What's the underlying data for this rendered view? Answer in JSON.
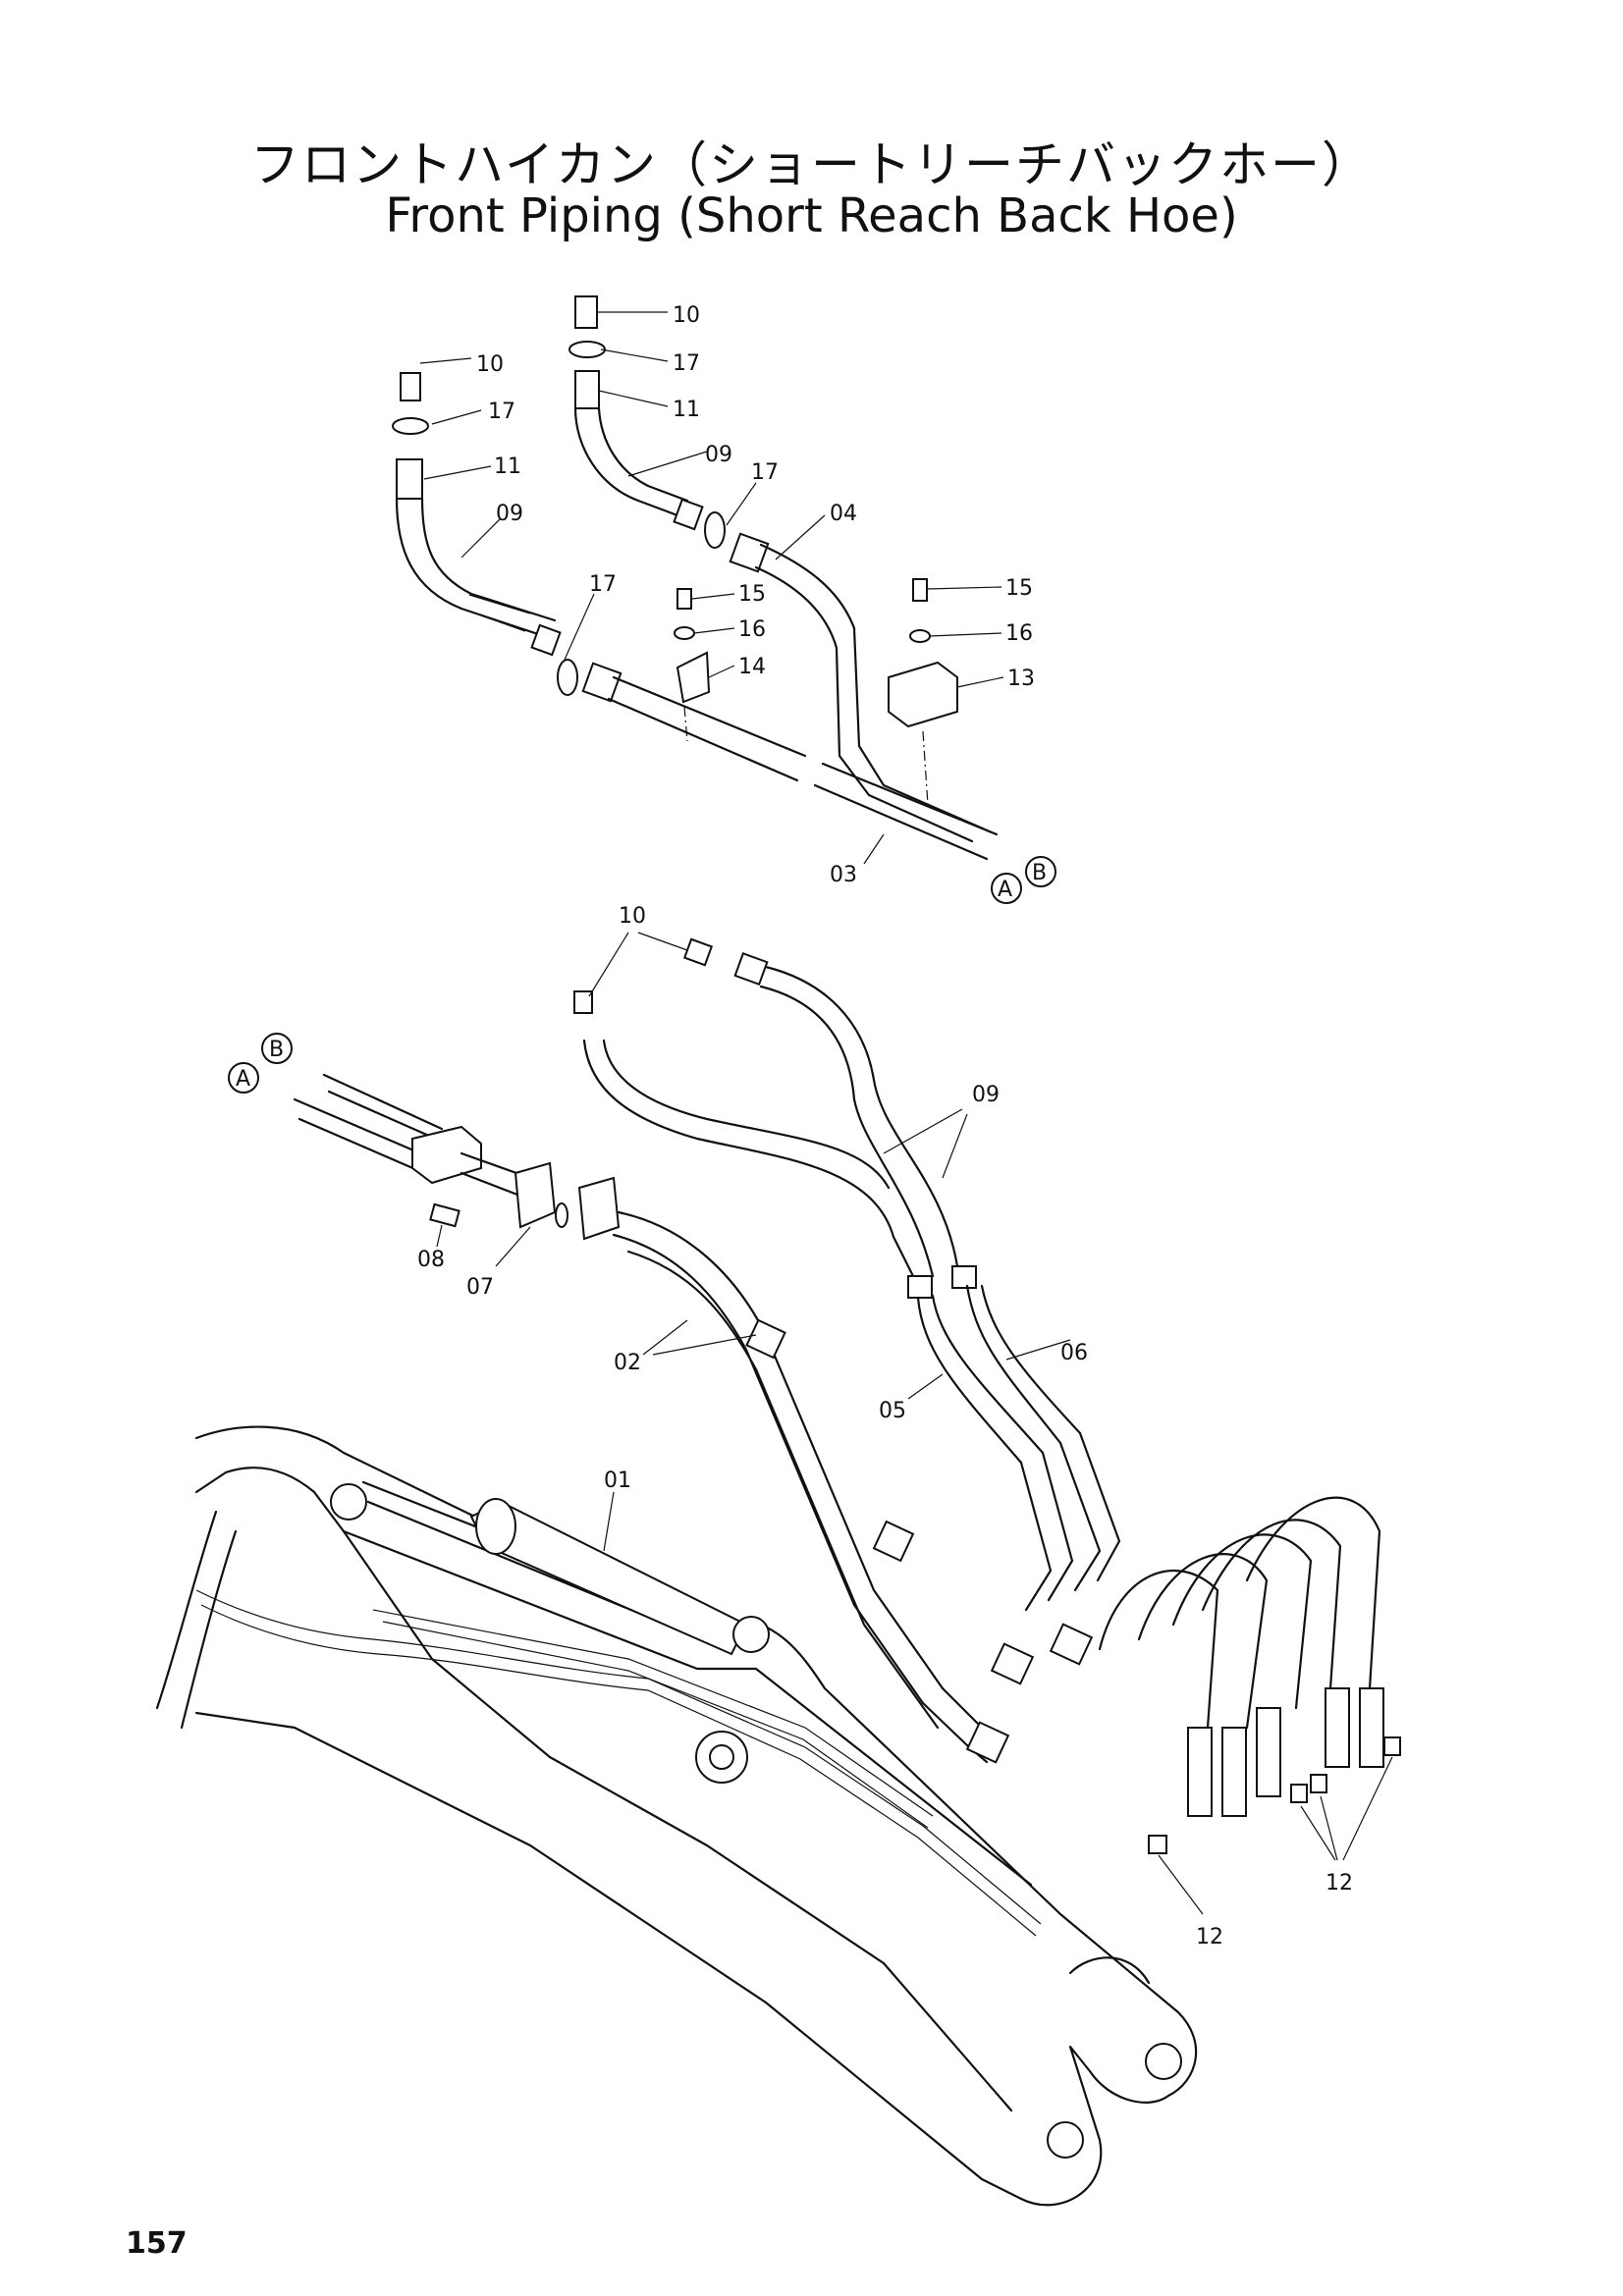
{
  "title": {
    "japanese": "フロントハイカン（ショートリーチバックホー）",
    "english": "Front Piping (Short Reach Back Hoe)"
  },
  "page_number": "157",
  "callouts": {
    "c10a": "10",
    "c17a": "17",
    "c11a": "11",
    "c09a": "09",
    "c10b": "10",
    "c17b": "17",
    "c11b": "11",
    "c09b": "09",
    "c17c": "17",
    "c04": "04",
    "c17d": "17",
    "c15a": "15",
    "c16a": "16",
    "c14": "14",
    "c15b": "15",
    "c16b": "16",
    "c13": "13",
    "c03": "03",
    "c10c": "10",
    "c09c": "09",
    "c08": "08",
    "c07": "07",
    "c02": "02",
    "c05": "05",
    "c06": "06",
    "c01": "01",
    "c12a": "12",
    "c12b": "12"
  },
  "connectors": {
    "a_top": "A",
    "b_top": "B",
    "a_mid": "A",
    "b_mid": "B"
  }
}
